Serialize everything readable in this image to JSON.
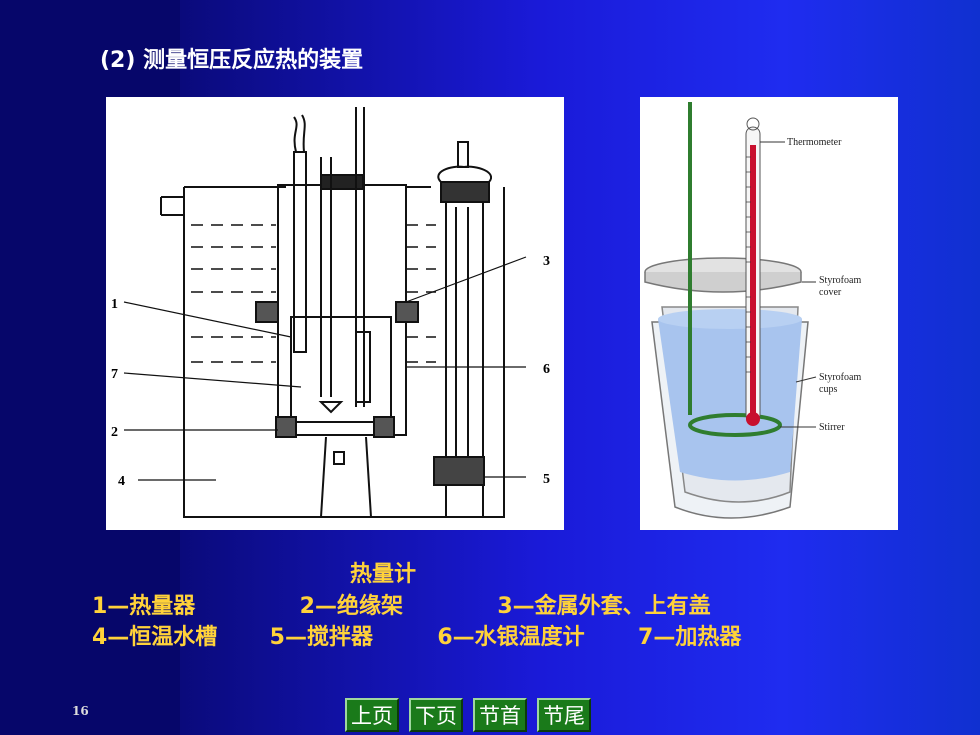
{
  "title": "(2) 测量恒压反应热的装置",
  "diagram1": {
    "labels": {
      "n1": "1",
      "n2": "2",
      "n3": "3",
      "n4": "4",
      "n5": "5",
      "n6": "6",
      "n7": "7"
    }
  },
  "diagram2": {
    "labels": {
      "thermometer": "Thermometer",
      "cover_l1": "Styrofoam",
      "cover_l2": "cover",
      "cups_l1": "Styrofoam",
      "cups_l2": "cups",
      "stirrer": "Stirrer"
    }
  },
  "caption": {
    "title": "热量计",
    "items": [
      "1—热量器",
      "2—绝缘架",
      "3—金属外套、上有盖",
      "4—恒温水槽",
      "5—搅拌器",
      "6—水银温度计",
      "7—加热器"
    ]
  },
  "page_number": "16",
  "nav": {
    "prev": "上页",
    "next": "下页",
    "first": "节首",
    "last": "节尾"
  },
  "colors": {
    "caption": "#ffd23a",
    "nav_bg": "#1a7a1a",
    "water": "#a8c4ee",
    "stirrer": "#3a8a3a",
    "mercury": "#c8102e"
  }
}
